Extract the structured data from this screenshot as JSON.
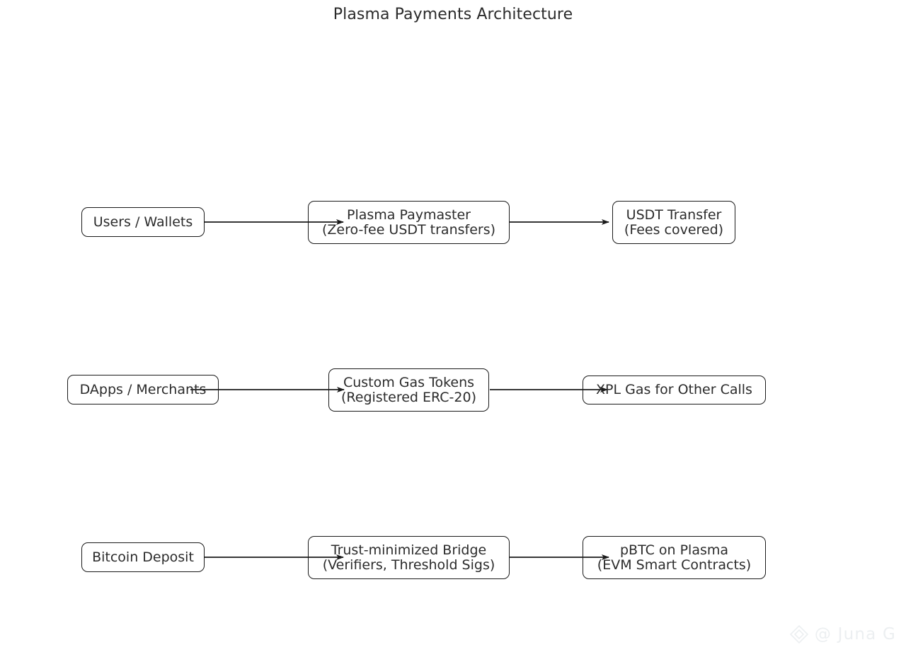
{
  "title": "Plasma Payments Architecture",
  "diagram": {
    "type": "flowchart",
    "direction": "left-to-right",
    "background_color": "#ffffff",
    "node_border_color": "#1a1a1a",
    "text_color": "#2b2b2b",
    "edge_color": "#1a1a1a",
    "rows": [
      {
        "id": "row-usdt",
        "nodes": [
          {
            "id": "users-wallets",
            "line1": "Users / Wallets",
            "line2": ""
          },
          {
            "id": "plasma-paymaster",
            "line1": "Plasma Paymaster",
            "line2": "(Zero-fee USDT transfers)"
          },
          {
            "id": "usdt-transfer",
            "line1": "USDT Transfer",
            "line2": "(Fees covered)"
          }
        ],
        "edges": [
          {
            "from": "users-wallets",
            "to": "plasma-paymaster",
            "label": ""
          },
          {
            "from": "plasma-paymaster",
            "to": "usdt-transfer",
            "label": ""
          }
        ]
      },
      {
        "id": "row-gas",
        "nodes": [
          {
            "id": "dapps-merchants",
            "line1": "DApps / Merchants",
            "line2": ""
          },
          {
            "id": "custom-gas-tokens",
            "line1": "Custom Gas Tokens",
            "line2": "(Registered ERC-20)"
          },
          {
            "id": "xpl-gas",
            "line1": "XPL Gas for Other Calls",
            "line2": ""
          }
        ],
        "edges": [
          {
            "from": "dapps-merchants",
            "to": "custom-gas-tokens",
            "label": ""
          },
          {
            "from": "custom-gas-tokens",
            "to": "xpl-gas",
            "label": ""
          }
        ]
      },
      {
        "id": "row-btc",
        "nodes": [
          {
            "id": "bitcoin-deposit",
            "line1": "Bitcoin Deposit",
            "line2": ""
          },
          {
            "id": "trust-bridge",
            "line1": "Trust-minimized Bridge",
            "line2": "(Verifiers, Threshold Sigs)"
          },
          {
            "id": "pbtc-plasma",
            "line1": "pBTC on Plasma",
            "line2": "(EVM Smart Contracts)"
          }
        ],
        "edges": [
          {
            "from": "bitcoin-deposit",
            "to": "trust-bridge",
            "label": ""
          },
          {
            "from": "trust-bridge",
            "to": "pbtc-plasma",
            "label": ""
          }
        ]
      }
    ]
  },
  "watermark": {
    "handle": "@ Juna G",
    "icon": "diamond-logo-icon",
    "color": "#eceff1"
  }
}
